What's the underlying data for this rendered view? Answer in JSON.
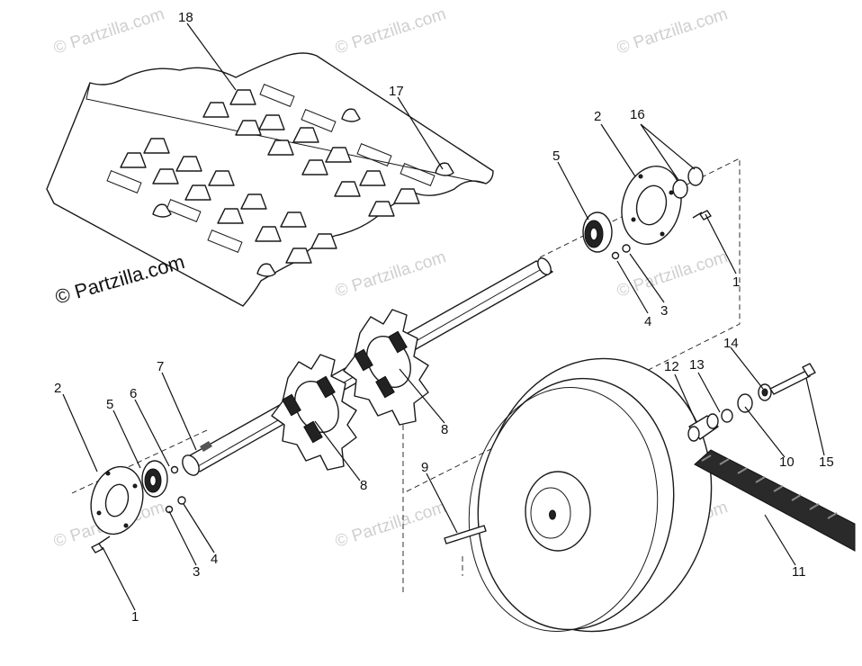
{
  "copyright": "© Partzilla.com",
  "watermark": "© Partzilla.com",
  "callouts": {
    "c1a": "1",
    "c1b": "1",
    "c2a": "2",
    "c2b": "2",
    "c3a": "3",
    "c3b": "3",
    "c4a": "4",
    "c4b": "4",
    "c5a": "5",
    "c5b": "5",
    "c6": "6",
    "c7": "7",
    "c8a": "8",
    "c8b": "8",
    "c9": "9",
    "c10": "10",
    "c11": "11",
    "c12": "12",
    "c13": "13",
    "c14": "14",
    "c15": "15",
    "c16": "16",
    "c17": "17",
    "c18": "18"
  }
}
